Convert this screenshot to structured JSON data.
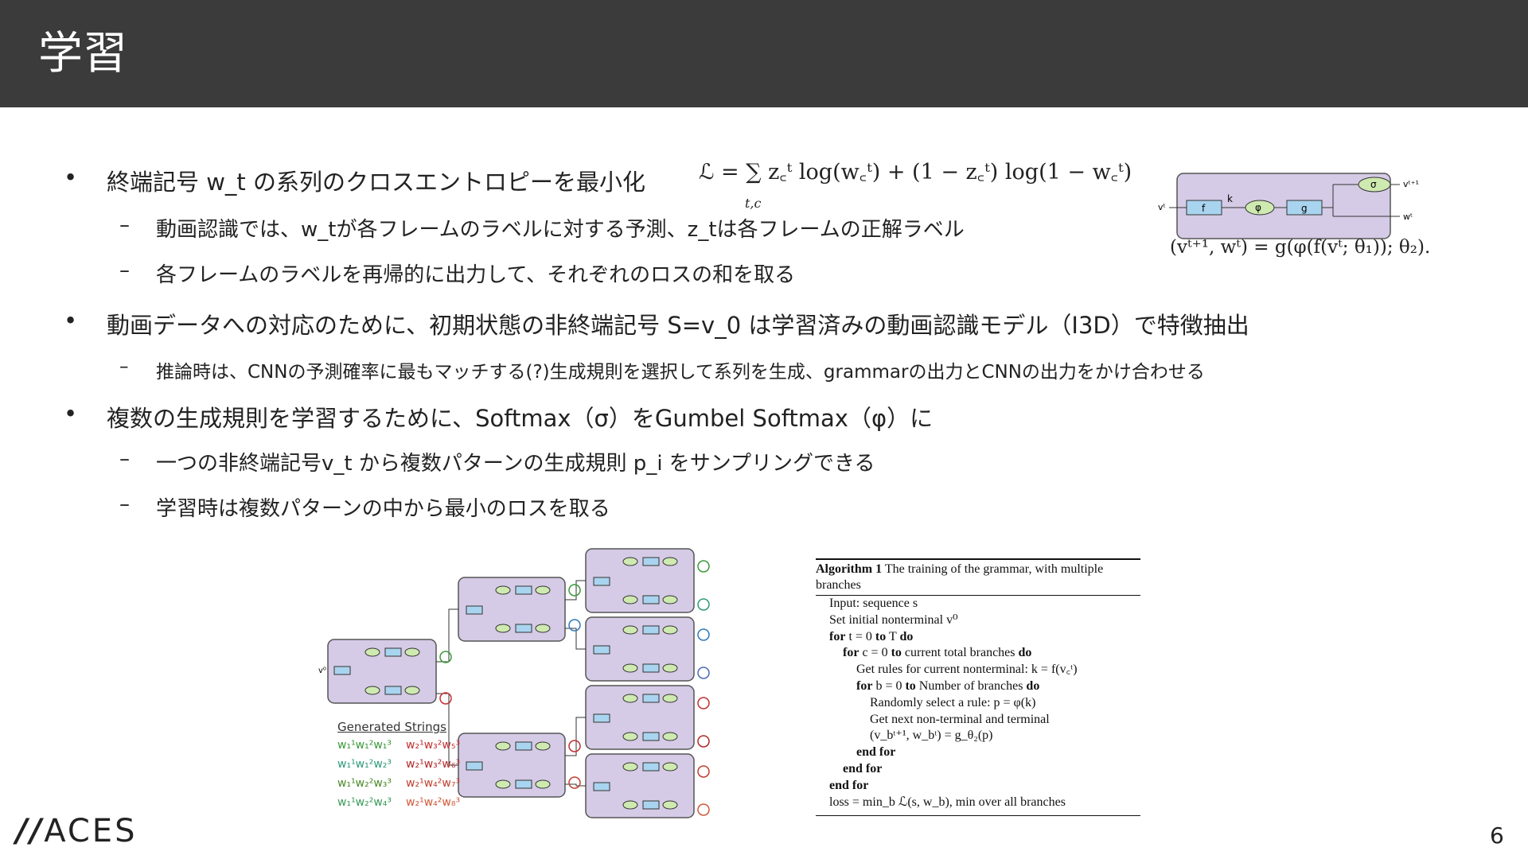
{
  "slide": {
    "title": "学習",
    "page_number": "6",
    "logo": "ACES"
  },
  "bullets": [
    {
      "text": "終端記号 w_t の系列のクロスエントロピーを最小化",
      "children": [
        "動画認識では、w_tが各フレームのラベルに対する予測、z_tは各フレームの正解ラベル",
        "各フレームのラベルを再帰的に出力して、それぞれのロスの和を取る"
      ]
    },
    {
      "text": "動画データへの対応のために、初期状態の非終端記号 S=v_0 は学習済みの動画認識モデル（I3D）で特徴抽出",
      "children": [
        "推論時は、CNNの予測確率に最もマッチする(?)生成規則を選択して系列を生成、grammarの出力とCNNの出力をかけ合わせる"
      ]
    },
    {
      "text": "複数の生成規則を学習するために、Softmax（σ）をGumbel Softmax（φ）に",
      "children": [
        "一つの非終端記号v_t から複数パターンの生成規則 p_i をサンプリングできる",
        "学習時は複数パターンの中から最小のロスを取る"
      ]
    }
  ],
  "loss_formula": {
    "lhs": "ℒ = ∑",
    "body": "z꜀ᵗ log(w꜀ᵗ) + (1 − z꜀ᵗ) log(1 − w꜀ᵗ)",
    "sum_index": "t,c"
  },
  "top_figure": {
    "input_label": "vᵗ",
    "k_label": "k",
    "blocks": [
      "f",
      "φ",
      "g",
      "σ"
    ],
    "out_top": "vᵗ⁺¹",
    "out_bottom": "wᵗ",
    "equation": "(vᵗ⁺¹, wᵗ) = g(φ(f(vᵗ; θ₁)); θ₂)."
  },
  "tree_figure": {
    "root_label": "v⁰",
    "generated_strings_title": "Generated Strings",
    "strings": [
      [
        "w₁¹w₁²w₁³",
        "w₂¹w₃²w₅³"
      ],
      [
        "w₁¹w₁²w₂³",
        "w₂¹w₃²w₆³"
      ],
      [
        "w₁¹w₂²w₃³",
        "w₂¹w₄²w₇³"
      ],
      [
        "w₁¹w₂²w₄³",
        "w₂¹w₄²w₈³"
      ]
    ],
    "string_colors": [
      [
        "#3a9a3a",
        "#c03030"
      ],
      [
        "#2e9a7a",
        "#b02a2a"
      ],
      [
        "#4a8a2a",
        "#c04030"
      ],
      [
        "#3a9a5a",
        "#d05a3a"
      ]
    ],
    "box_fill": "#d5cbe6",
    "box_stroke": "#555555"
  },
  "algorithm": {
    "caption_bold": "Algorithm 1",
    "caption_rest": " The training of the grammar, with multiple",
    "caption_line2": "branches",
    "lines": [
      {
        "indent": 1,
        "text": "Input: sequence s"
      },
      {
        "indent": 1,
        "text": "Set initial nonterminal v⁰"
      },
      {
        "indent": 1,
        "kw": "for",
        "text": " t = 0 ",
        "kw2": "to",
        "text2": " T ",
        "kw3": "do"
      },
      {
        "indent": 2,
        "kw": "for",
        "text": " c = 0 ",
        "kw2": "to",
        "text2": " current total branches ",
        "kw3": "do"
      },
      {
        "indent": 3,
        "text": "Get rules for current nonterminal: k = f(v꜀ᵗ)"
      },
      {
        "indent": 3,
        "kw": "for",
        "text": " b = 0 ",
        "kw2": "to",
        "text2": " Number of branches ",
        "kw3": "do"
      },
      {
        "indent": 4,
        "text": "Randomly select a rule: p = φ(k)"
      },
      {
        "indent": 4,
        "text": "Get next non-terminal and terminal"
      },
      {
        "indent": 4,
        "text": "(v_bᵗ⁺¹, w_bᵗ) = g_θ₂(p)"
      },
      {
        "indent": 3,
        "kw": "end for"
      },
      {
        "indent": 2,
        "kw": "end for"
      },
      {
        "indent": 1,
        "kw": "end for"
      },
      {
        "indent": 1,
        "text": "loss = min_b ℒ(s, w_b), min over all branches"
      }
    ]
  }
}
